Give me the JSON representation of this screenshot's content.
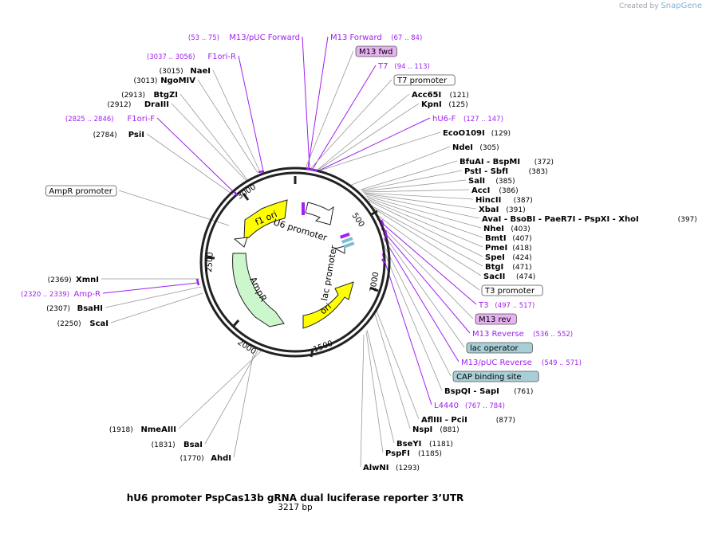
{
  "brand": {
    "created_by": "Created by",
    "app": "SnapGene"
  },
  "title": "hU6 promoter PspCas13b gRNA dual luciferase reporter 3’UTR",
  "subtitle": "3217 bp",
  "colors": {
    "primer": "#a020f0",
    "feature_yellow": "#ffff00",
    "feature_green": "#ccf7cc",
    "feature_white": "#ffffff",
    "box_purple": "#e6b2f0",
    "box_teal": "#a8cfd6"
  },
  "ticks": [
    "500",
    "1000",
    "1500",
    "2000",
    "2500",
    "3000"
  ],
  "features": [
    {
      "name": "f1 ori",
      "color": "yellow"
    },
    {
      "name": "U6 promoter",
      "color": "white"
    },
    {
      "name": "AmpR",
      "color": "green"
    },
    {
      "name": "lac promoter",
      "color": "white"
    },
    {
      "name": "ori",
      "color": "yellow"
    },
    {
      "name": "AmpR promoter",
      "color": "white"
    }
  ],
  "right_labels": [
    {
      "type": "primer",
      "name": "M13 Forward",
      "pos": "(67 .. 84)"
    },
    {
      "type": "box",
      "name": "M13 fwd",
      "box": "purple"
    },
    {
      "type": "primer",
      "name": "T7",
      "pos": "(94 .. 113)"
    },
    {
      "type": "box",
      "name": "T7 promoter",
      "box": "white"
    },
    {
      "type": "enzyme",
      "name": "Acc65I",
      "pos": "(121)"
    },
    {
      "type": "enzyme",
      "name": "KpnI",
      "pos": "(125)"
    },
    {
      "type": "primer",
      "name": "hU6-F",
      "pos": "(127 .. 147)"
    },
    {
      "type": "enzyme",
      "name": "EcoO109I",
      "pos": "(129)"
    },
    {
      "type": "enzyme",
      "name": "NdeI",
      "pos": "(305)"
    },
    {
      "type": "enzyme",
      "name": "BfuAI - BspMI",
      "pos": "(372)"
    },
    {
      "type": "enzyme",
      "name": "PstI - SbfI",
      "pos": "(383)"
    },
    {
      "type": "enzyme",
      "name": "SalI",
      "pos": "(385)"
    },
    {
      "type": "enzyme",
      "name": "AccI",
      "pos": "(386)"
    },
    {
      "type": "enzyme",
      "name": "HincII",
      "pos": "(387)"
    },
    {
      "type": "enzyme",
      "name": "XbaI",
      "pos": "(391)"
    },
    {
      "type": "enzyme",
      "name": "AvaI - BsoBI - PaeR7I - PspXI - XhoI",
      "pos": "(397)"
    },
    {
      "type": "enzyme",
      "name": "NheI",
      "pos": "(403)"
    },
    {
      "type": "enzyme",
      "name": "BmtI",
      "pos": "(407)"
    },
    {
      "type": "enzyme",
      "name": "PmeI",
      "pos": "(418)"
    },
    {
      "type": "enzyme",
      "name": "SpeI",
      "pos": "(424)"
    },
    {
      "type": "enzyme",
      "name": "BtgI",
      "pos": "(471)"
    },
    {
      "type": "enzyme",
      "name": "SacII",
      "pos": "(474)"
    },
    {
      "type": "box",
      "name": "T3 promoter",
      "box": "white"
    },
    {
      "type": "primer",
      "name": "T3",
      "pos": "(497 .. 517)"
    },
    {
      "type": "box",
      "name": "M13 rev",
      "box": "purple"
    },
    {
      "type": "primer",
      "name": "M13 Reverse",
      "pos": "(536 .. 552)"
    },
    {
      "type": "box",
      "name": "lac operator",
      "box": "teal"
    },
    {
      "type": "primer",
      "name": "M13/pUC Reverse",
      "pos": "(549 .. 571)"
    },
    {
      "type": "box",
      "name": "CAP binding site",
      "box": "teal"
    },
    {
      "type": "enzyme",
      "name": "BspQI - SapI",
      "pos": "(761)"
    },
    {
      "type": "primer",
      "name": "L4440",
      "pos": "(767 .. 784)"
    },
    {
      "type": "enzyme",
      "name": "AflIII - PciI",
      "pos": "(877)"
    },
    {
      "type": "enzyme",
      "name": "NspI",
      "pos": "(881)"
    },
    {
      "type": "enzyme",
      "name": "BseYI",
      "pos": "(1181)"
    },
    {
      "type": "enzyme",
      "name": "PspFI",
      "pos": "(1185)"
    },
    {
      "type": "enzyme",
      "name": "AlwNI",
      "pos": "(1293)"
    }
  ],
  "left_labels": [
    {
      "type": "primer",
      "name": "M13/pUC Forward",
      "pos": "(53 .. 75)"
    },
    {
      "type": "primer",
      "name": "F1ori-R",
      "pos": "(3037 .. 3056)"
    },
    {
      "type": "enzyme",
      "name": "NaeI",
      "pos": "(3015)"
    },
    {
      "type": "enzyme",
      "name": "NgoMIV",
      "pos": "(3013)"
    },
    {
      "type": "enzyme",
      "name": "BtgZI",
      "pos": "(2913)"
    },
    {
      "type": "enzyme",
      "name": "DraIII",
      "pos": "(2912)"
    },
    {
      "type": "primer",
      "name": "F1ori-F",
      "pos": "(2825 .. 2846)"
    },
    {
      "type": "enzyme",
      "name": "PsiI",
      "pos": "(2784)"
    },
    {
      "type": "box",
      "name": "AmpR promoter",
      "box": "white"
    },
    {
      "type": "enzyme",
      "name": "XmnI",
      "pos": "(2369)"
    },
    {
      "type": "primer",
      "name": "Amp-R",
      "pos": "(2320 .. 2339)"
    },
    {
      "type": "enzyme",
      "name": "BsaHI",
      "pos": "(2307)"
    },
    {
      "type": "enzyme",
      "name": "ScaI",
      "pos": "(2250)"
    },
    {
      "type": "enzyme",
      "name": "NmeAIII",
      "pos": "(1918)"
    },
    {
      "type": "enzyme",
      "name": "BsaI",
      "pos": "(1831)"
    },
    {
      "type": "enzyme",
      "name": "AhdI",
      "pos": "(1770)"
    }
  ]
}
